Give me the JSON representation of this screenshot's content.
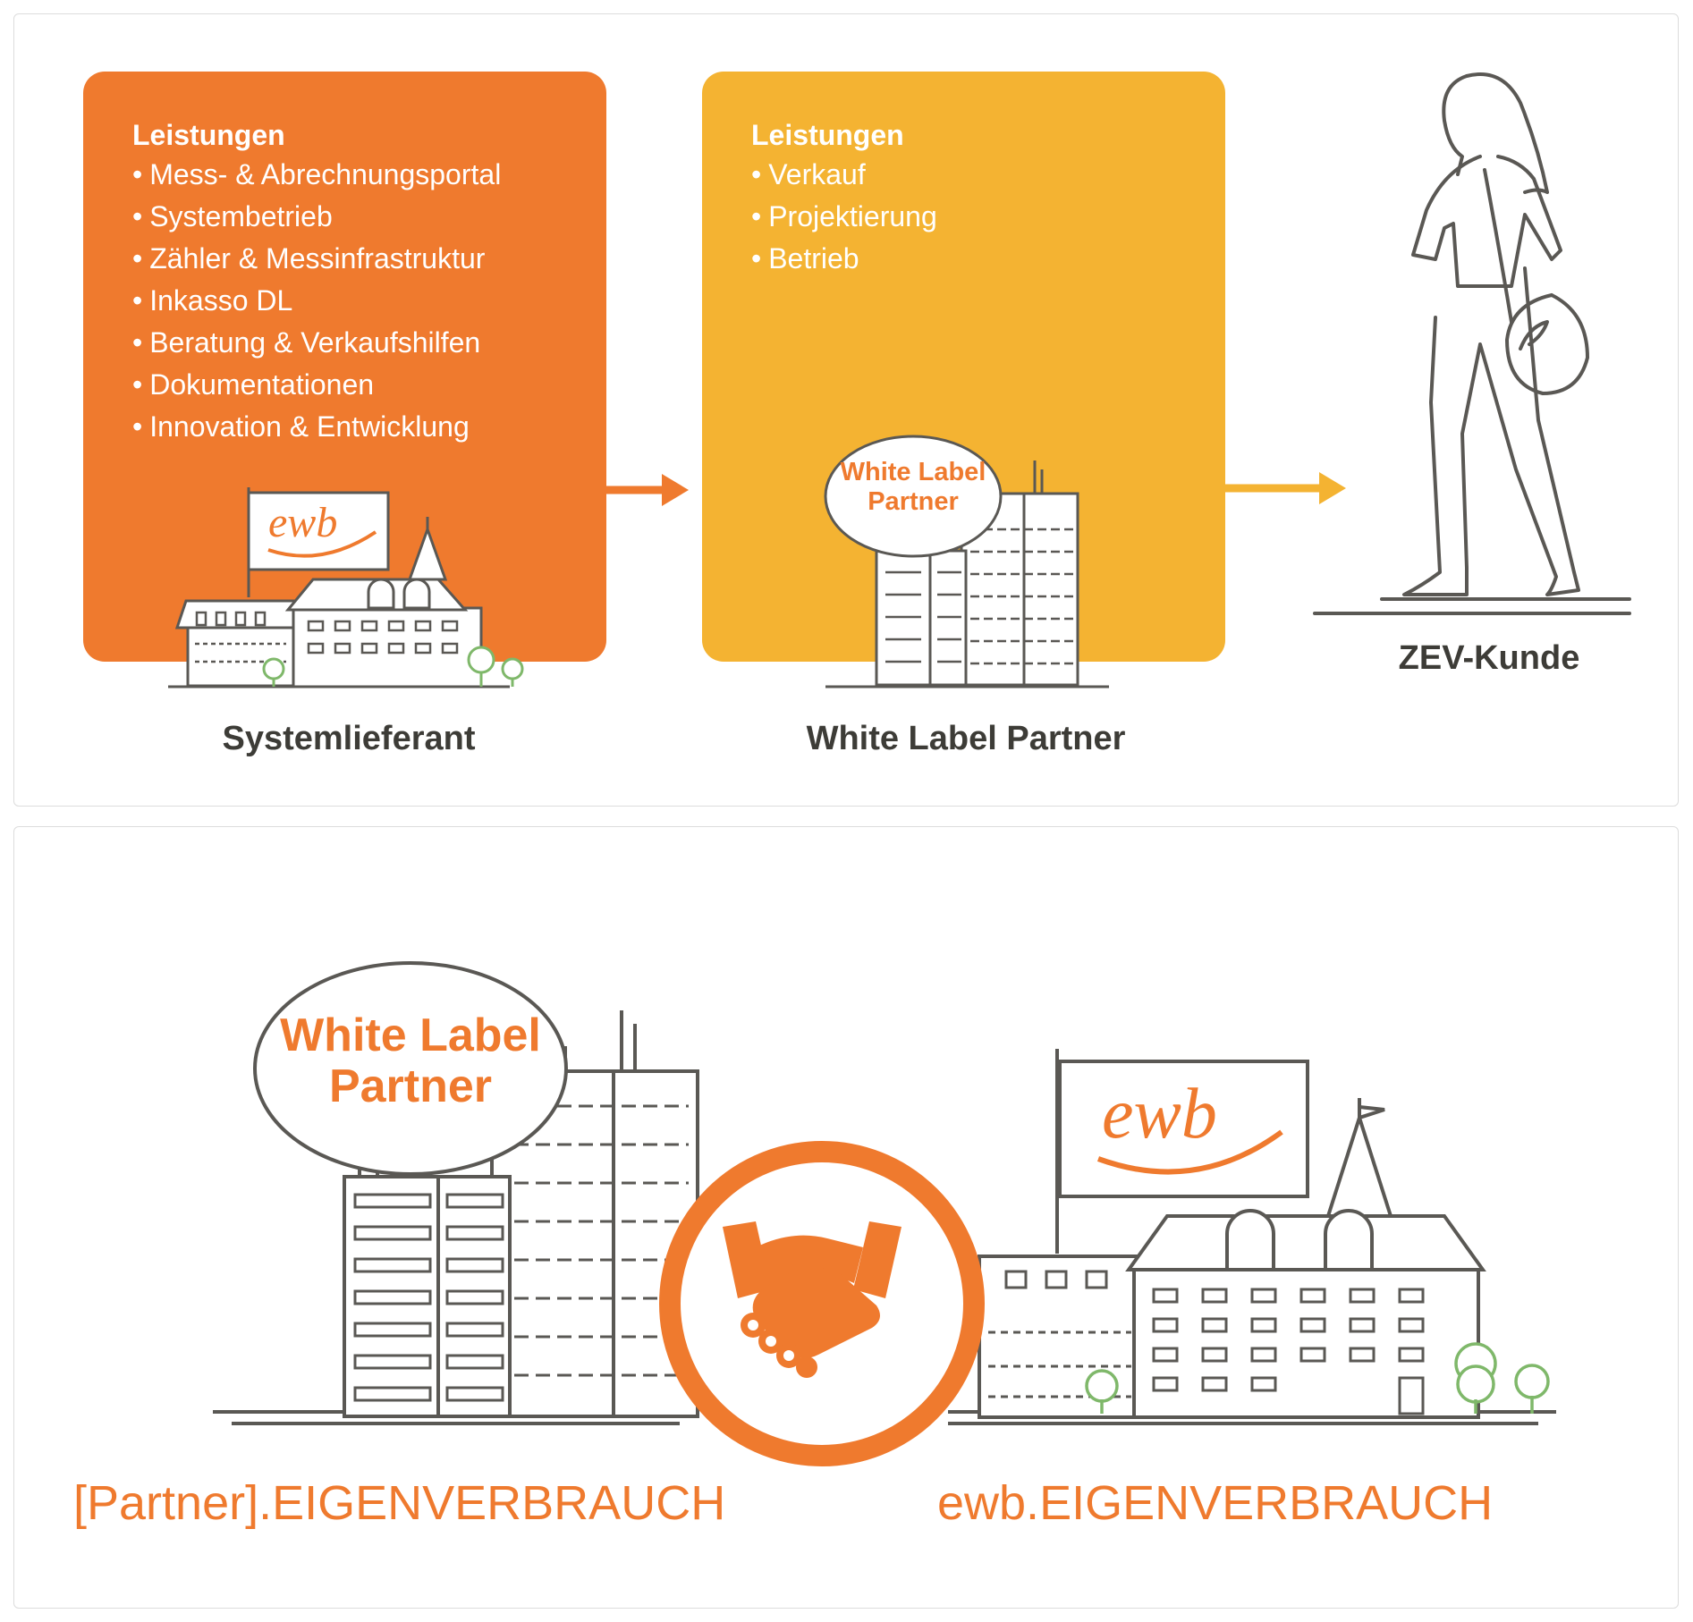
{
  "top_diagram": {
    "systemlieferant": {
      "heading": "Leistungen",
      "services": [
        "Mess- & Abrechnungsportal",
        "Systembetrieb",
        "Zähler & Messinfrastruktur",
        "Inkasso DL",
        "Beratung & Verkaufshilfen",
        "Dokumentationen",
        "Innovation & Entwicklung"
      ],
      "caption": "Systemlieferant",
      "logo_text": "ewb"
    },
    "white_label_partner": {
      "heading": "Leistungen",
      "services": [
        "Verkauf",
        "Projektierung",
        "Betrieb"
      ],
      "caption": "White Label Partner",
      "sign_line1": "White Label",
      "sign_line2": "Partner"
    },
    "customer": {
      "caption": "ZEV-Kunde"
    }
  },
  "bottom_diagram": {
    "sign_line1": "White Label",
    "sign_line2": "Partner",
    "logo_text": "ewb",
    "left_brand": "[Partner].EIGENVERBRAUCH",
    "right_brand": "ewb.EIGENVERBRAUCH"
  },
  "colors": {
    "orange": "#ef7a2e",
    "yellow": "#f4b332",
    "line": "#5a5854",
    "tree": "#7fb86a"
  },
  "icons": [
    "arrow-right-icon",
    "handshake-icon",
    "flag-icon",
    "tree-icon",
    "woman-figure-icon"
  ]
}
